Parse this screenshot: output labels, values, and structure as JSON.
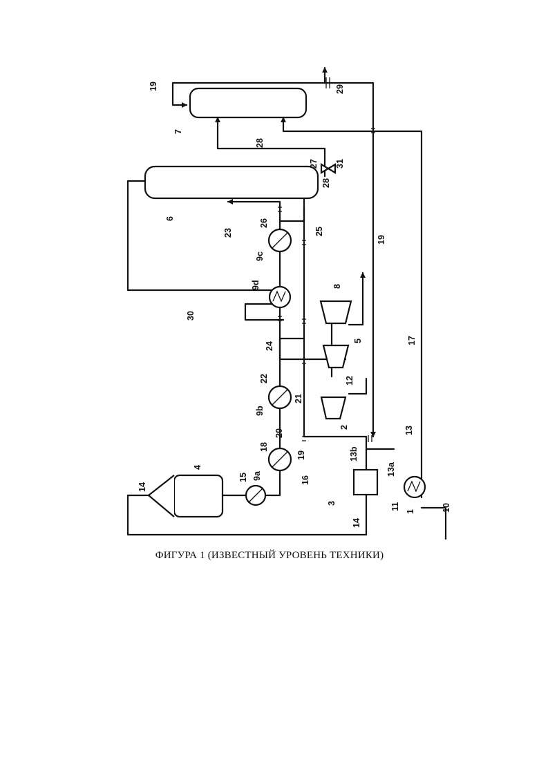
{
  "figure": {
    "caption": "ФИГУРА 1 (ИЗВЕСТНЫЙ УРОВЕНЬ ТЕХНИКИ)",
    "labels": [
      "1",
      "2",
      "3",
      "4",
      "5",
      "6",
      "7",
      "8",
      "9a",
      "9b",
      "9c",
      "9d",
      "10",
      "11",
      "12",
      "13",
      "13a",
      "13b",
      "14",
      "14",
      "15",
      "16",
      "17",
      "18",
      "19",
      "19",
      "19",
      "20",
      "21",
      "22",
      "23",
      "24",
      "25",
      "26",
      "27",
      "28",
      "28",
      "29",
      "30",
      "31"
    ]
  }
}
